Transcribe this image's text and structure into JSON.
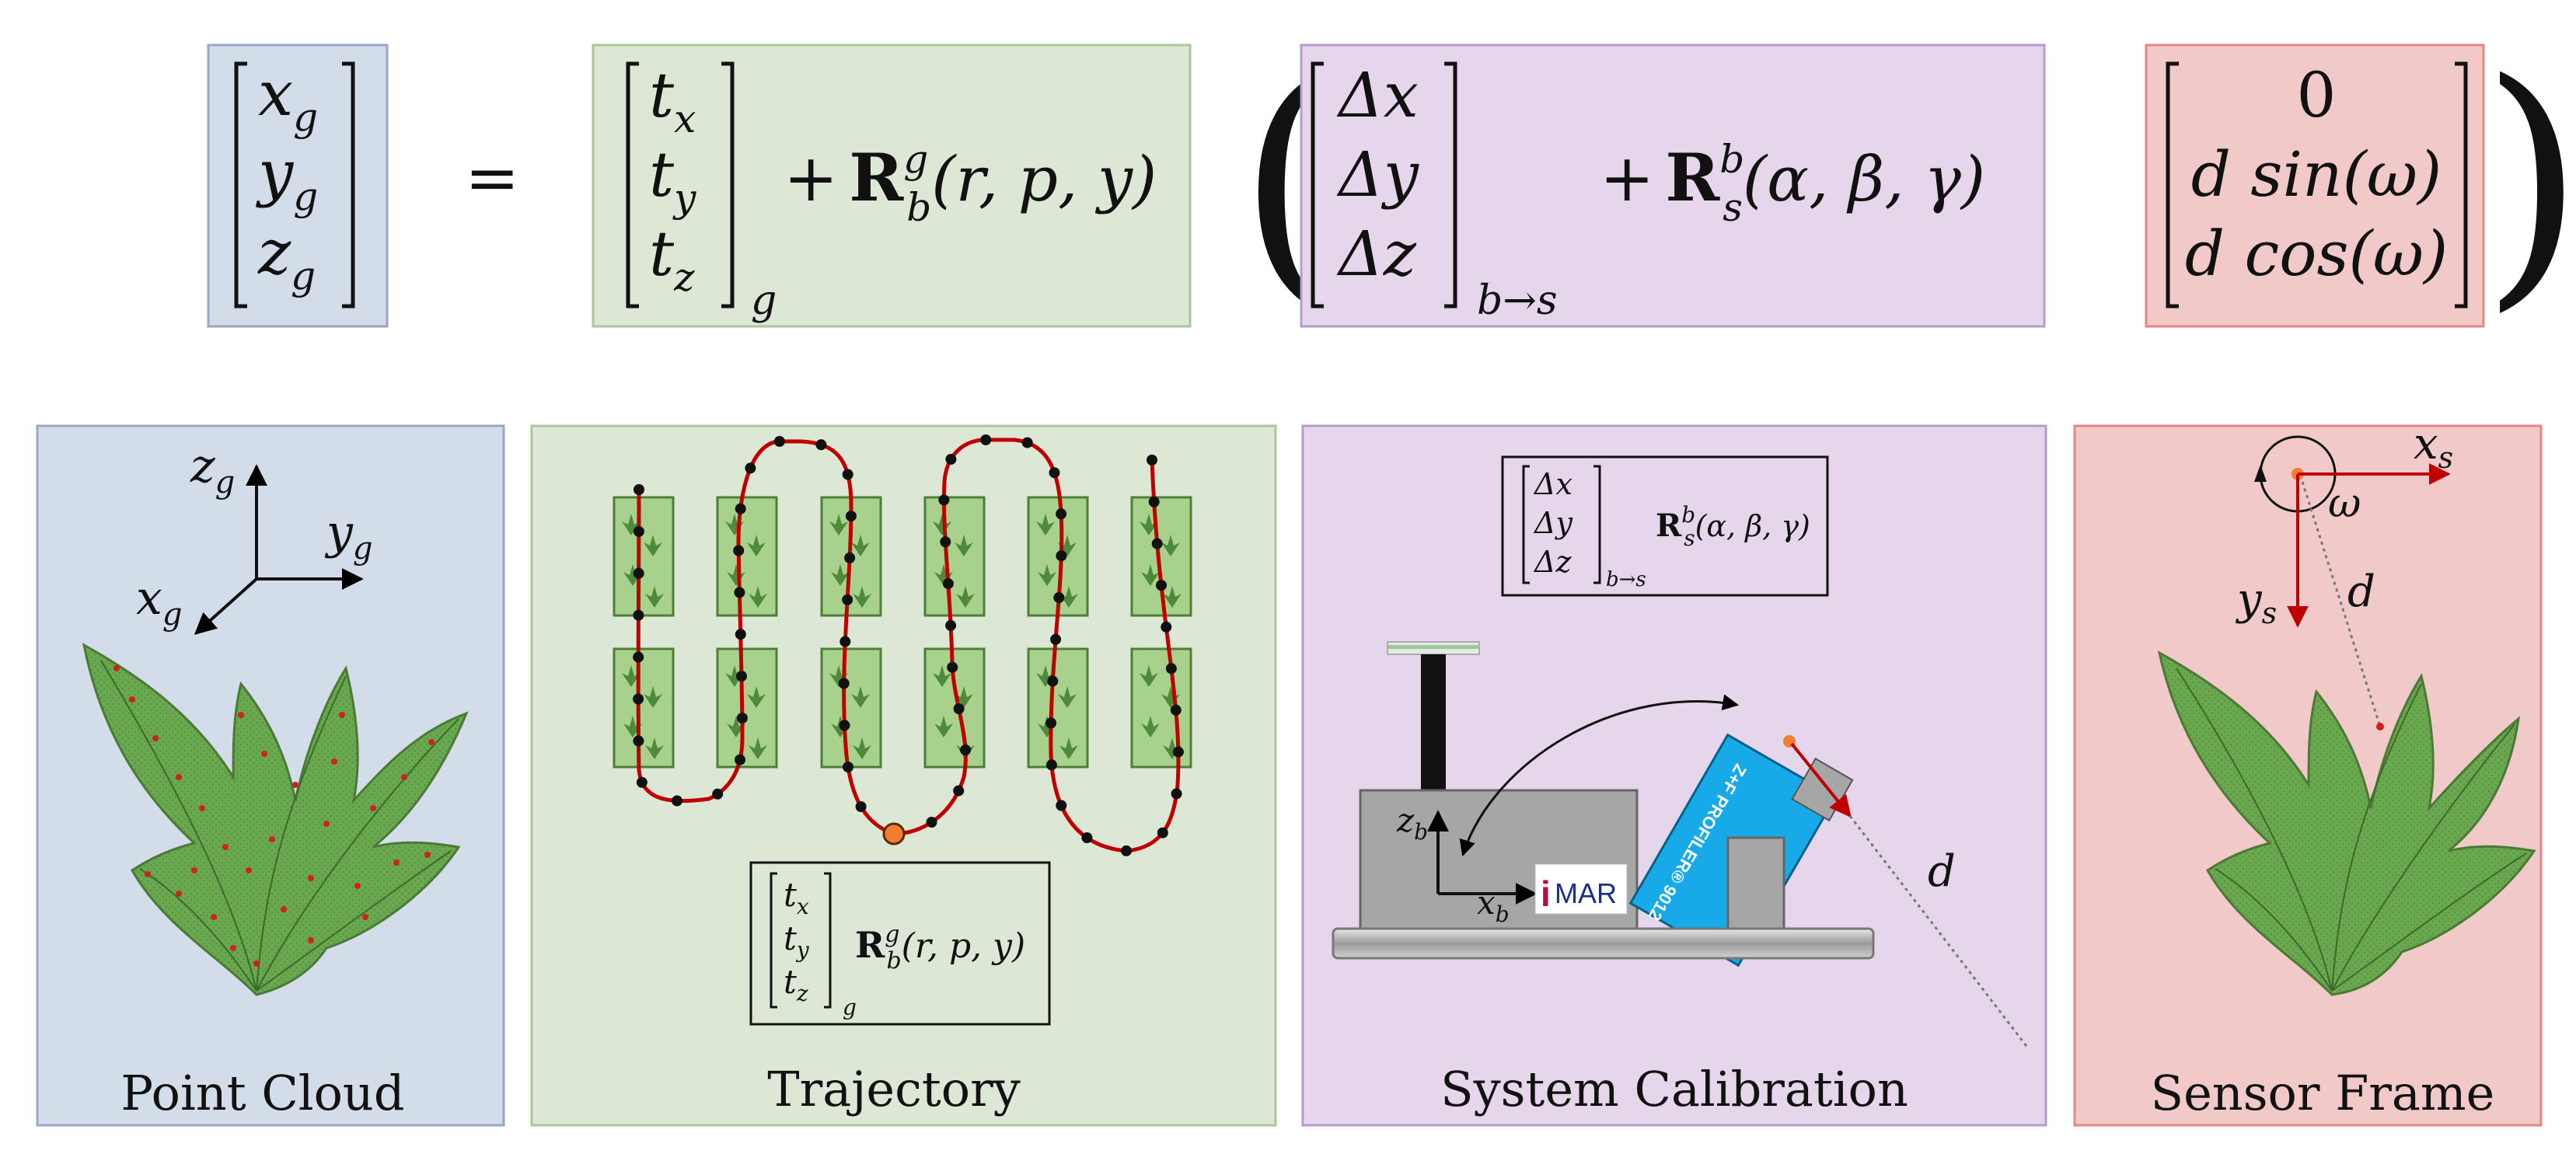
{
  "colors": {
    "blue_fill": "#d3dce9",
    "blue_border": "#9aa6c4",
    "green_fill": "#dde7d6",
    "green_border": "#a9c79b",
    "purple_fill": "#e5d6ec",
    "purple_border": "#b49ccd",
    "red_fill": "#f2c9c9",
    "red_border": "#e58585",
    "leaf_green": "#6aa84f",
    "leaf_dark": "#3b6b2a",
    "dot_red": "#cc2222",
    "trajectory_red": "#c00000",
    "orange_dot": "#f08030",
    "profiler_blue": "#18aae8",
    "mount_gray": "#a6a6a6",
    "axis_red": "#c00000"
  },
  "equation": {
    "lhs": [
      "x",
      "y",
      "z"
    ],
    "lhs_sub": "g",
    "equals": "=",
    "t_entries": [
      "t",
      "t",
      "t"
    ],
    "t_subs": [
      "x",
      "y",
      "z"
    ],
    "t_frame": "g",
    "plus": "+",
    "R": "R",
    "R_gb_sup": "g",
    "R_gb_sub": "b",
    "R_gb_args": "(r, p, y)",
    "open_paren": "(",
    "close_paren": ")",
    "delta_entries": [
      "Δx",
      "Δy",
      "Δz"
    ],
    "delta_frame": "b→s",
    "R_sb_sup": "b",
    "R_sb_sub": "s",
    "R_sb_args": "(α, β, γ)",
    "sensor_entries": [
      "0",
      "d sin(ω)",
      "d cos(ω)"
    ]
  },
  "panels": {
    "point_cloud": {
      "title": "Point Cloud",
      "axes": {
        "z": "z",
        "y": "y",
        "x": "x",
        "sub": "g"
      }
    },
    "trajectory": {
      "title": "Trajectory",
      "box": {
        "entries": [
          "t",
          "t",
          "t"
        ],
        "subs": [
          "x",
          "y",
          "z"
        ],
        "frame": "g",
        "R": "R",
        "sup": "g",
        "sub": "b",
        "args": "(r, p, y)"
      }
    },
    "system_calibration": {
      "title": "System Calibration",
      "box": {
        "entries": [
          "Δx",
          "Δy",
          "Δz"
        ],
        "frame": "b→s",
        "R": "R",
        "sup": "b",
        "sub": "s",
        "args": "(α, β, γ)"
      },
      "axes": {
        "z": "z",
        "x": "x",
        "sub": "b"
      },
      "imar_i": "i",
      "imar_rest": "MAR",
      "profiler_text": "Z+F PROFILER® 9012",
      "d_label": "d"
    },
    "sensor_frame": {
      "title": "Sensor Frame",
      "axes": {
        "x": "x",
        "y": "y",
        "sub": "s",
        "omega": "ω",
        "d": "d"
      }
    }
  }
}
